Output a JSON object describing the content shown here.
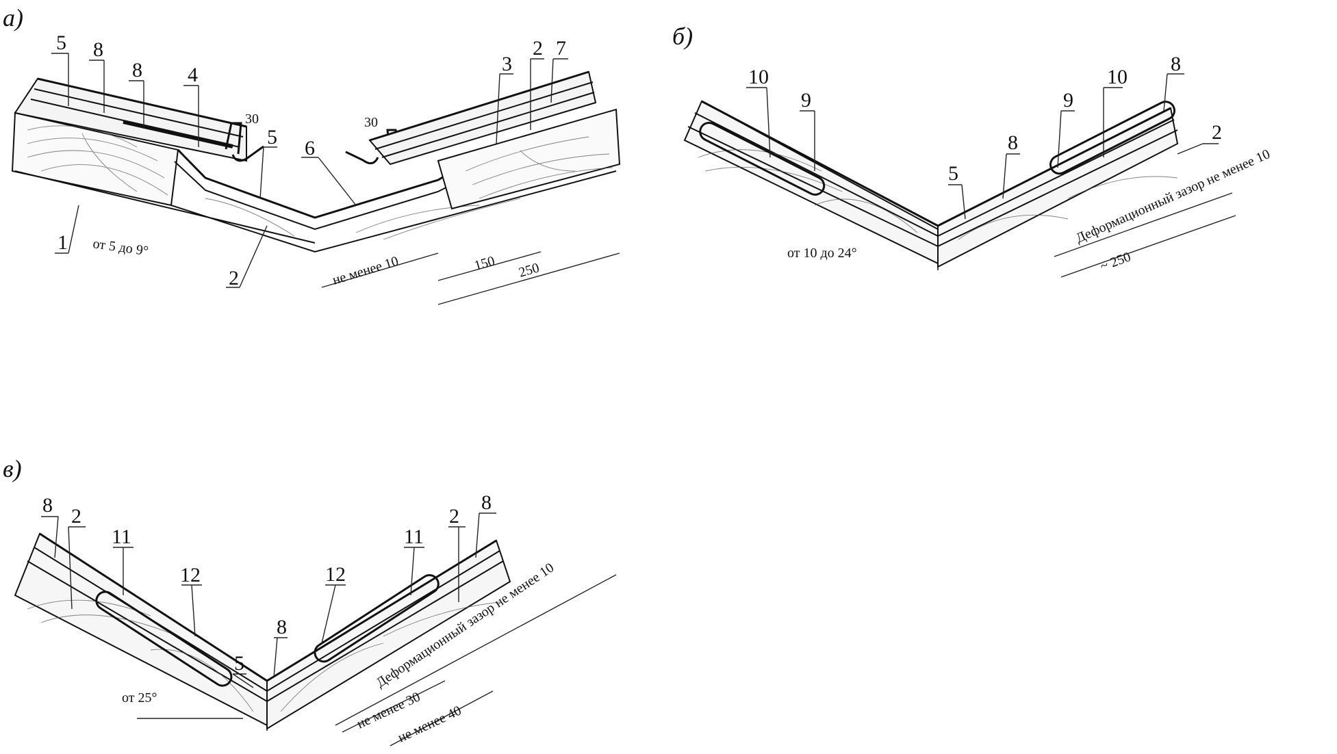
{
  "panels": {
    "a": {
      "letter": "а)",
      "labels": [
        "1",
        "2",
        "2",
        "3",
        "4",
        "5",
        "5",
        "6",
        "7",
        "8",
        "8"
      ],
      "angle": "от 5 до 9°",
      "dims": {
        "min": "не менее 10",
        "d150": "150",
        "d250": "250",
        "d30": "30"
      }
    },
    "b": {
      "letter": "б)",
      "labels": [
        "10",
        "9",
        "10",
        "9",
        "8",
        "8",
        "5",
        "2"
      ],
      "angle": "от 10 до 24°",
      "gap": "Деформационный зазор не менее 10",
      "d250": "~ 250"
    },
    "c": {
      "letter": "в)",
      "labels": [
        "8",
        "2",
        "11",
        "12",
        "5",
        "8",
        "12",
        "11",
        "2",
        "8"
      ],
      "angle": "от 25°",
      "gap": "Деформационный зазор не менее 10",
      "min30": "не менее 30",
      "min40": "не менее 40"
    }
  }
}
